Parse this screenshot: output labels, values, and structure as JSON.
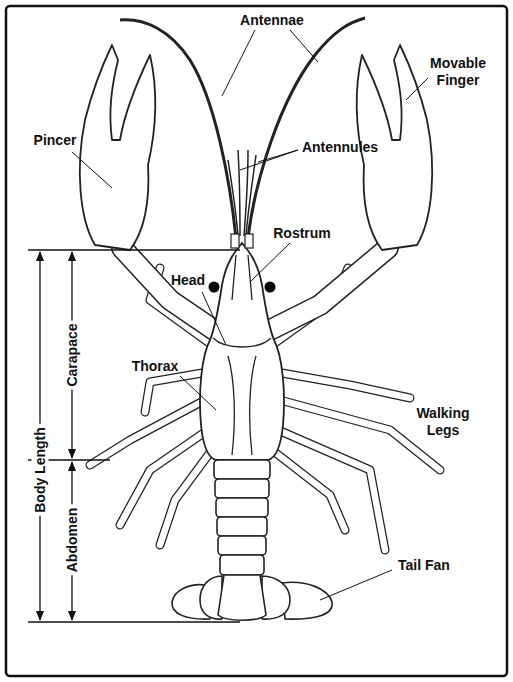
{
  "diagram": {
    "labels": [
      "Antennae",
      "Movable Finger",
      "Pincer",
      "Antennules",
      "Rostrum",
      "Head",
      "Thorax",
      "Walking Legs",
      "Tail Fan",
      "Body Length",
      "Carapace",
      "Abdomen"
    ]
  }
}
